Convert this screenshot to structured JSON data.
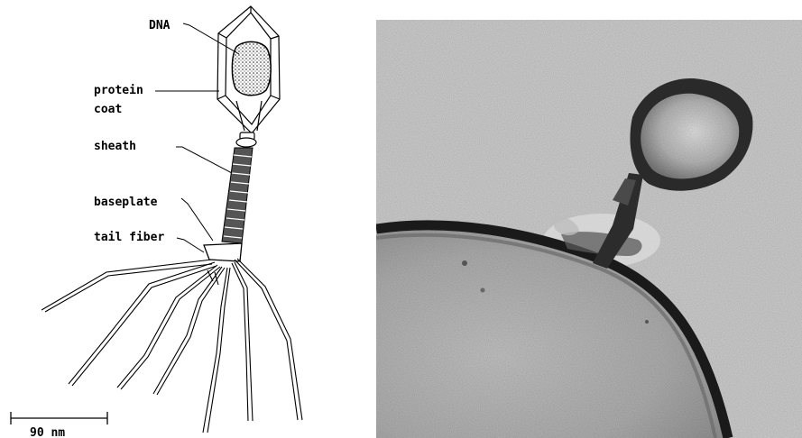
{
  "labels": {
    "dna": "DNA",
    "protein_coat_line1": "protein",
    "protein_coat_line2": "coat",
    "sheath": "sheath",
    "baseplate": "baseplate",
    "tail_fiber": "tail fiber"
  },
  "scale_bar": {
    "label": "90 nm"
  }
}
